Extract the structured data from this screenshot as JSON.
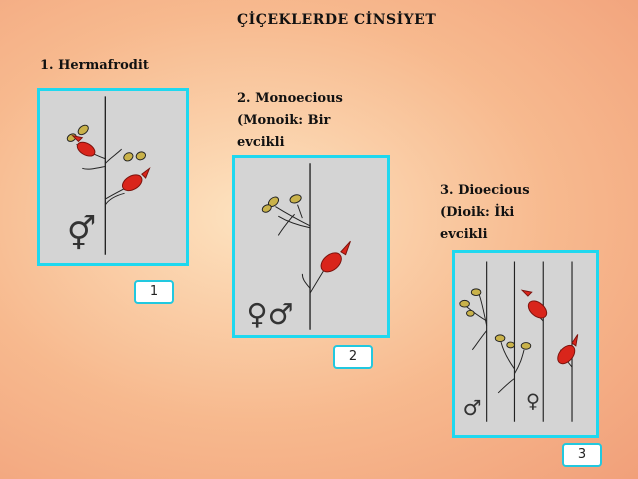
{
  "slide": {
    "title": "ÇİÇEKLERDE CİNSİYET",
    "items": [
      {
        "heading": "1. Hermafrodit",
        "badge": "1",
        "symbols": "⚥"
      },
      {
        "heading": "2. Monoecious (Monoik: Bir evcikli",
        "badge": "2",
        "symbols": "♀♂"
      },
      {
        "heading": "3. Dioecious (Dioik: İki evcikli",
        "badge": "3",
        "symbols_male": "♂",
        "symbols_female": "♀"
      }
    ]
  },
  "colors": {
    "panel_border": "#1fd8ef",
    "flower_red": "#d9251b",
    "bud_yellow": "#c9b24a"
  },
  "icons": [
    "hermaphrodite-symbol-icon",
    "female-symbol-icon",
    "male-symbol-icon",
    "flower-icon"
  ]
}
